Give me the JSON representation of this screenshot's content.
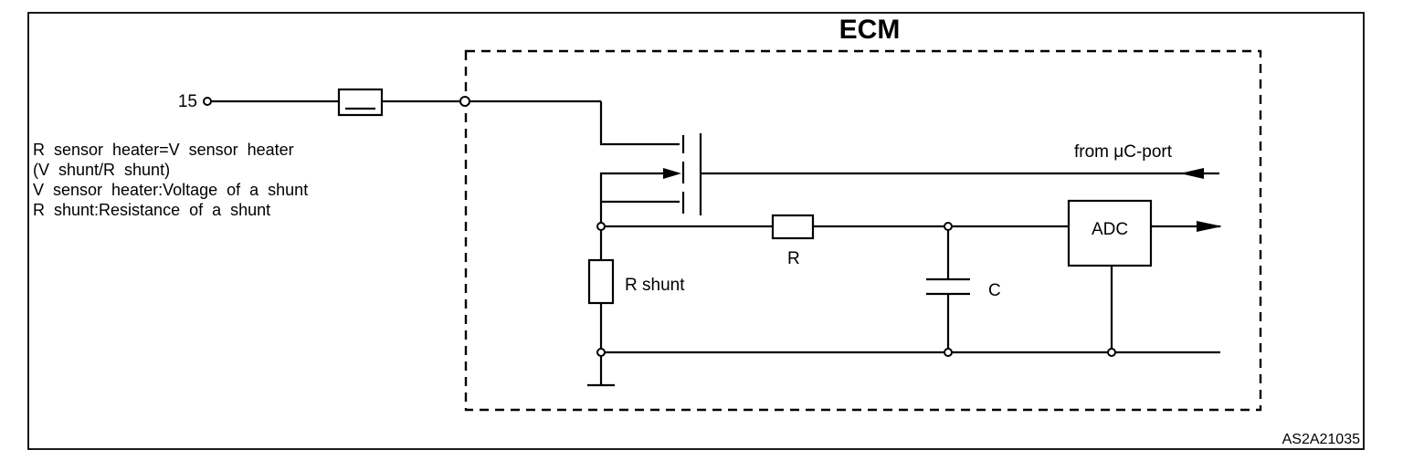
{
  "diagram": {
    "ecm_label": "ECM",
    "terminal_label": "15",
    "formula_lines": [
      "R  sensor  heater=V  sensor  heater",
      "(V  shunt/R  shunt)",
      "V  sensor  heater:Voltage  of  a  shunt",
      "R  shunt:Resistance  of  a  shunt"
    ],
    "uc_port_label": "from  μC-port",
    "adc_label": "ADC",
    "resistor_label": "R",
    "shunt_label": "R  shunt",
    "capacitor_label": "C",
    "reference_code": "AS2A21035"
  }
}
